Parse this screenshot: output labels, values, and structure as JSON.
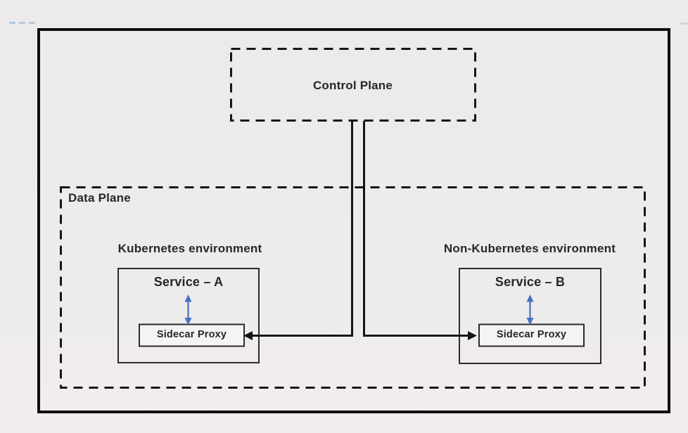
{
  "control_plane": {
    "label": "Control Plane"
  },
  "data_plane": {
    "label": "Data Plane"
  },
  "environments": [
    {
      "name": "Kubernetes environment",
      "service": "Service – A",
      "proxy": "Sidecar Proxy"
    },
    {
      "name": "Non-Kubernetes environment",
      "service": "Service – B",
      "proxy": "Sidecar Proxy"
    }
  ],
  "colors": {
    "background": "#edebeb",
    "line_black": "#151515",
    "box_border": "#2b2b2b",
    "service_proxy_arrow_blue": "#4472c4"
  }
}
